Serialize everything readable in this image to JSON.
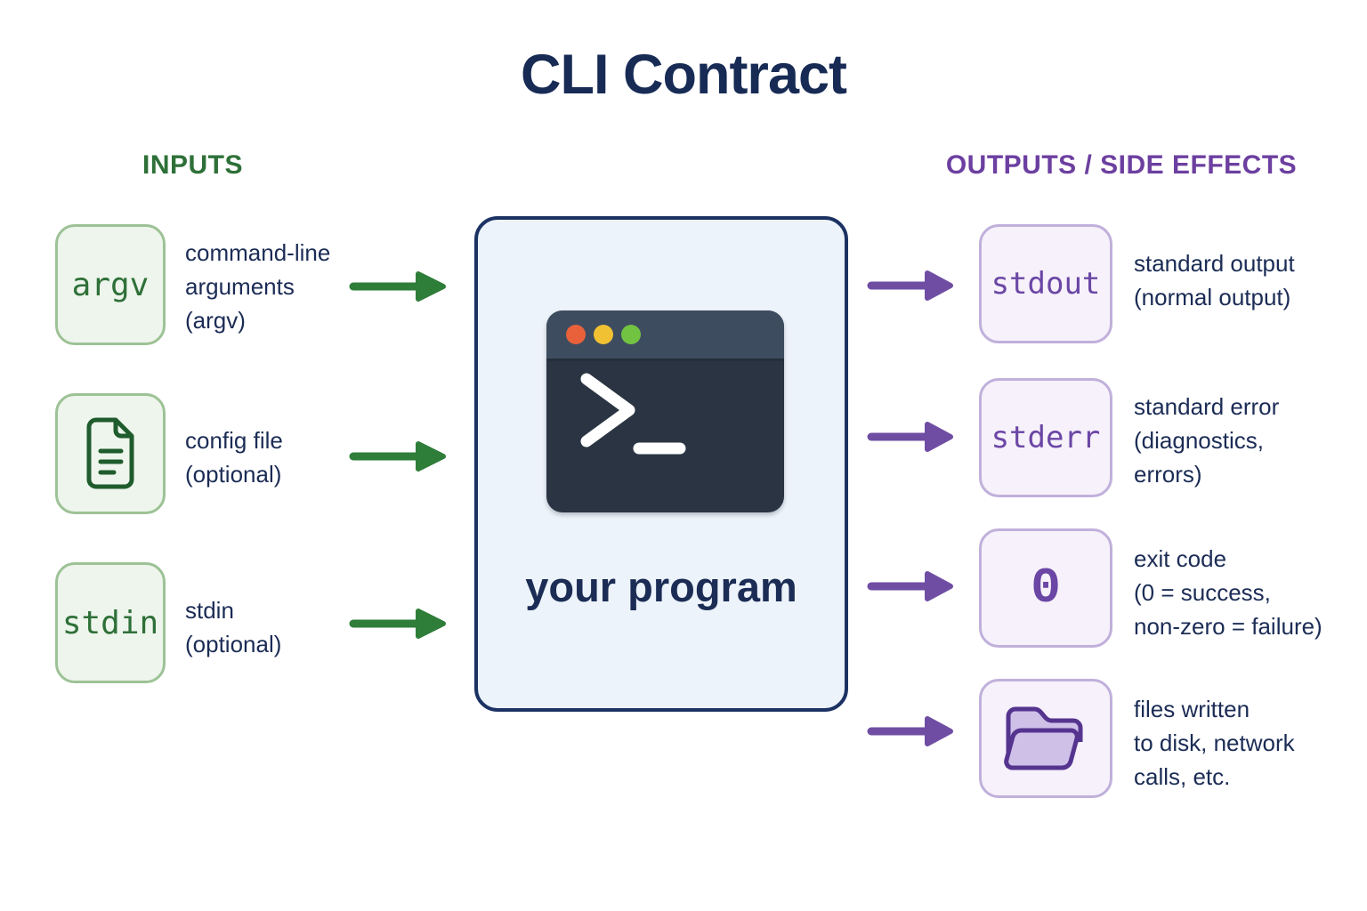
{
  "title": "CLI Contract",
  "inputs": {
    "heading": "INPUTS",
    "items": [
      {
        "box_label": "argv",
        "label_lines": [
          "command-line",
          "arguments",
          "(argv)"
        ]
      },
      {
        "box_icon": "document-icon",
        "label_lines": [
          "config file",
          "(optional)"
        ]
      },
      {
        "box_label": "stdin",
        "label_lines": [
          "stdin",
          "(optional)"
        ]
      }
    ]
  },
  "program": {
    "label": "your program",
    "icon": "terminal-icon"
  },
  "outputs": {
    "heading": "OUTPUTS / SIDE EFFECTS",
    "items": [
      {
        "box_label": "stdout",
        "label_lines": [
          "standard output",
          "(normal output)"
        ]
      },
      {
        "box_label": "stderr",
        "label_lines": [
          "standard error",
          "(diagnostics,",
          "errors)"
        ]
      },
      {
        "box_label": "0",
        "label_lines": [
          "exit code",
          "(0 = success,",
          "non-zero = failure)"
        ]
      },
      {
        "box_icon": "folder-icon",
        "label_lines": [
          "files written",
          "to disk, network",
          "calls, etc."
        ]
      }
    ]
  },
  "colors": {
    "background": "#ffffff",
    "navy_text": "#1b2c55",
    "title_navy": "#172b55",
    "green_heading": "#2e7038",
    "green_box_fill": "#eef5ec",
    "green_box_border": "#9dc296",
    "green_icon_stroke": "#1f5c2d",
    "green_arrow": "#2e7d39",
    "purple_heading": "#6c3fa0",
    "purple_box_fill": "#f6f1fa",
    "purple_box_border": "#c0b0db",
    "purple_box_text": "#6b46a5",
    "purple_arrow": "#6f4da3",
    "folder_fill": "#cfc0e8",
    "folder_stroke": "#55348f",
    "program_box_fill": "#edf3fa",
    "program_box_border": "#1c3263",
    "terminal_body": "#2a3442",
    "terminal_titlebar": "#3e4c60",
    "dot_red": "#e8613a",
    "dot_yellow": "#f0c233",
    "dot_green": "#72c342"
  }
}
